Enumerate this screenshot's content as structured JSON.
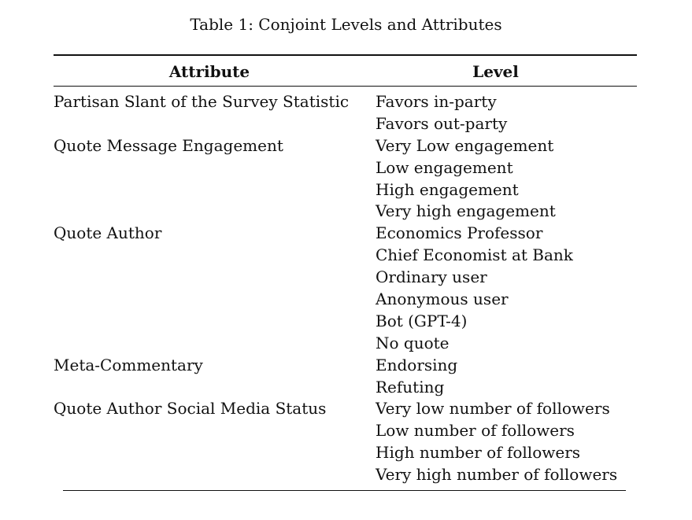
{
  "caption": "Table 1: Conjoint Levels and Attributes",
  "headers": {
    "attribute": "Attribute",
    "level": "Level"
  },
  "rows": [
    {
      "attribute": "Partisan Slant of the Survey Statistic",
      "level": "Favors in-party"
    },
    {
      "attribute": "",
      "level": "Favors out-party"
    },
    {
      "attribute": "Quote Message Engagement",
      "level": "Very Low engagement"
    },
    {
      "attribute": "",
      "level": "Low engagement"
    },
    {
      "attribute": "",
      "level": "High engagement"
    },
    {
      "attribute": "",
      "level": "Very high engagement"
    },
    {
      "attribute": "Quote Author",
      "level": "Economics Professor"
    },
    {
      "attribute": "",
      "level": "Chief Economist at Bank"
    },
    {
      "attribute": "",
      "level": "Ordinary user"
    },
    {
      "attribute": "",
      "level": "Anonymous user"
    },
    {
      "attribute": "",
      "level": "Bot (GPT-4)"
    },
    {
      "attribute": "",
      "level": "No quote"
    },
    {
      "attribute": "Meta-Commentary",
      "level": "Endorsing"
    },
    {
      "attribute": "",
      "level": "Refuting"
    },
    {
      "attribute": "Quote Author Social Media Status",
      "level": "Very low number of followers"
    },
    {
      "attribute": "",
      "level": "Low number of followers"
    },
    {
      "attribute": "",
      "level": "High number of followers"
    },
    {
      "attribute": "",
      "level": "Very high number of followers"
    }
  ]
}
